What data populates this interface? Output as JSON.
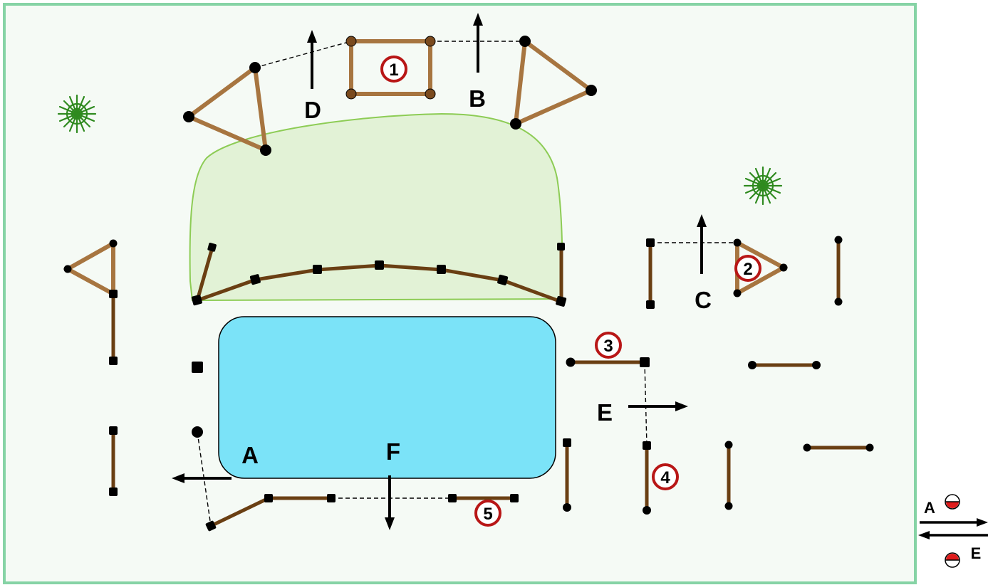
{
  "colors": {
    "field_fill": "#f5faf5",
    "field_border": "#86d3a5",
    "green_area_fill": "#e2f2d6",
    "green_area_stroke": "#8dcc55",
    "water_fill": "#7be3f8",
    "pole_light": "#a77540",
    "pole_dark": "#6a3f13",
    "badge_ring": "#b81616",
    "bush": "#2f8a1f",
    "ink": "#000000",
    "ball_red": "#e01b1b"
  },
  "icons": {
    "bush": "bush-icon",
    "ball": "half-red-ball-icon",
    "arrow": "direction-arrow-icon"
  },
  "obstacle_numbers": [
    "1",
    "2",
    "3",
    "4",
    "5"
  ],
  "route_letters": {
    "A": "A",
    "B": "B",
    "C": "C",
    "D": "D",
    "E": "E",
    "F": "F"
  },
  "legend": {
    "upper_letter": "A",
    "lower_letter": "E"
  }
}
